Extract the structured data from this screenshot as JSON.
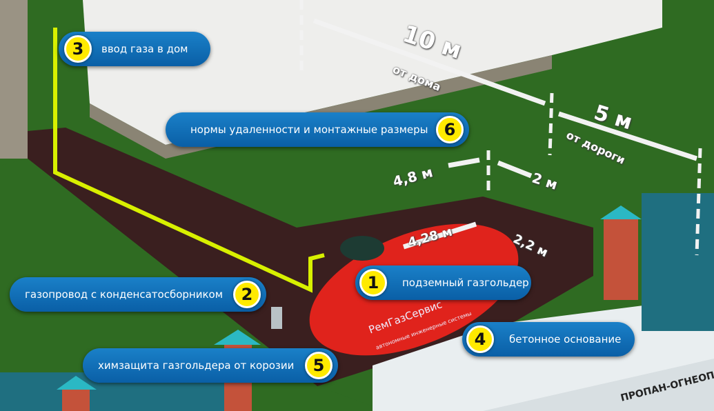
{
  "callouts": [
    {
      "num": "1",
      "label": "подземный газгольдер"
    },
    {
      "num": "2",
      "label": "газопровод с конденсатосборником"
    },
    {
      "num": "3",
      "label": "ввод газа в дом"
    },
    {
      "num": "4",
      "label": "бетонное основание"
    },
    {
      "num": "5",
      "label": "химзащита газгольдера от корозии"
    },
    {
      "num": "6",
      "label": "нормы удаленности и монтажные размеры"
    }
  ],
  "dimensions": {
    "house_distance": "10 м",
    "house_caption": "от дома",
    "road_distance": "5 м",
    "road_caption": "от дороги",
    "d_4_8": "4,8 м",
    "d_2": "2 м",
    "d_4_28": "4,28 м",
    "d_2_2": "2,2 м"
  },
  "brand": {
    "name": "РемГазСервис",
    "tagline": "автономные инженерные системы"
  },
  "truck_text": "ПРОПАН-ОГНЕОПАСНО",
  "colors": {
    "pill": "#0a6ab5",
    "badge": "#ffea00",
    "tank": "#e0231c",
    "grass": "#2f6b22"
  }
}
